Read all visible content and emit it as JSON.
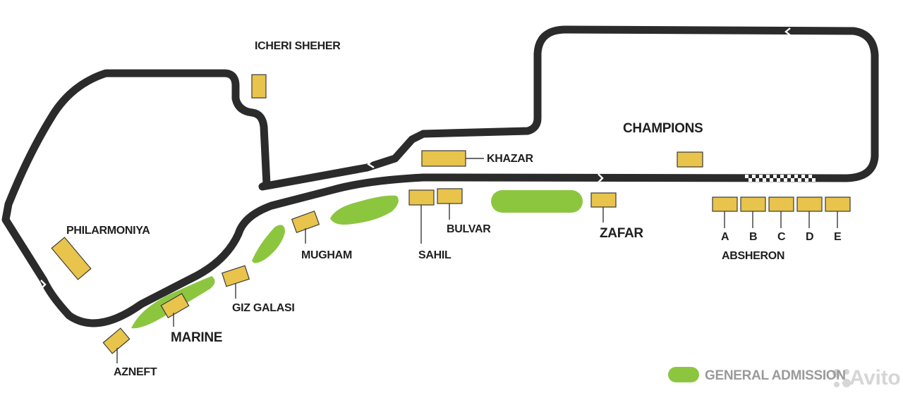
{
  "map": {
    "stands": {
      "icheri_sheher": "ICHERI SHEHER",
      "khazar": "KHAZAR",
      "champions": "CHAMPIONS",
      "philarmoniya": "PHILARMONIYA",
      "mugham": "MUGHAM",
      "sahil": "SAHIL",
      "bulvar": "BULVAR",
      "zafar": "ZAFAR",
      "giz_galasi": "GIZ GALASI",
      "marine": "MARINE",
      "azneft": "AZNEFT",
      "absheron": "ABSHERON"
    },
    "absheron_sections": [
      "A",
      "B",
      "C",
      "D",
      "E"
    ],
    "legend": {
      "general_admission": "GENERAL ADMISSION"
    },
    "watermark": "Avito",
    "colors": {
      "track": "#2b2b2b",
      "grandstand": "#e9c44c",
      "grandstand_border": "#3a3a3a",
      "general_admission": "#8cc63f",
      "label": "#1f1f1f"
    }
  }
}
